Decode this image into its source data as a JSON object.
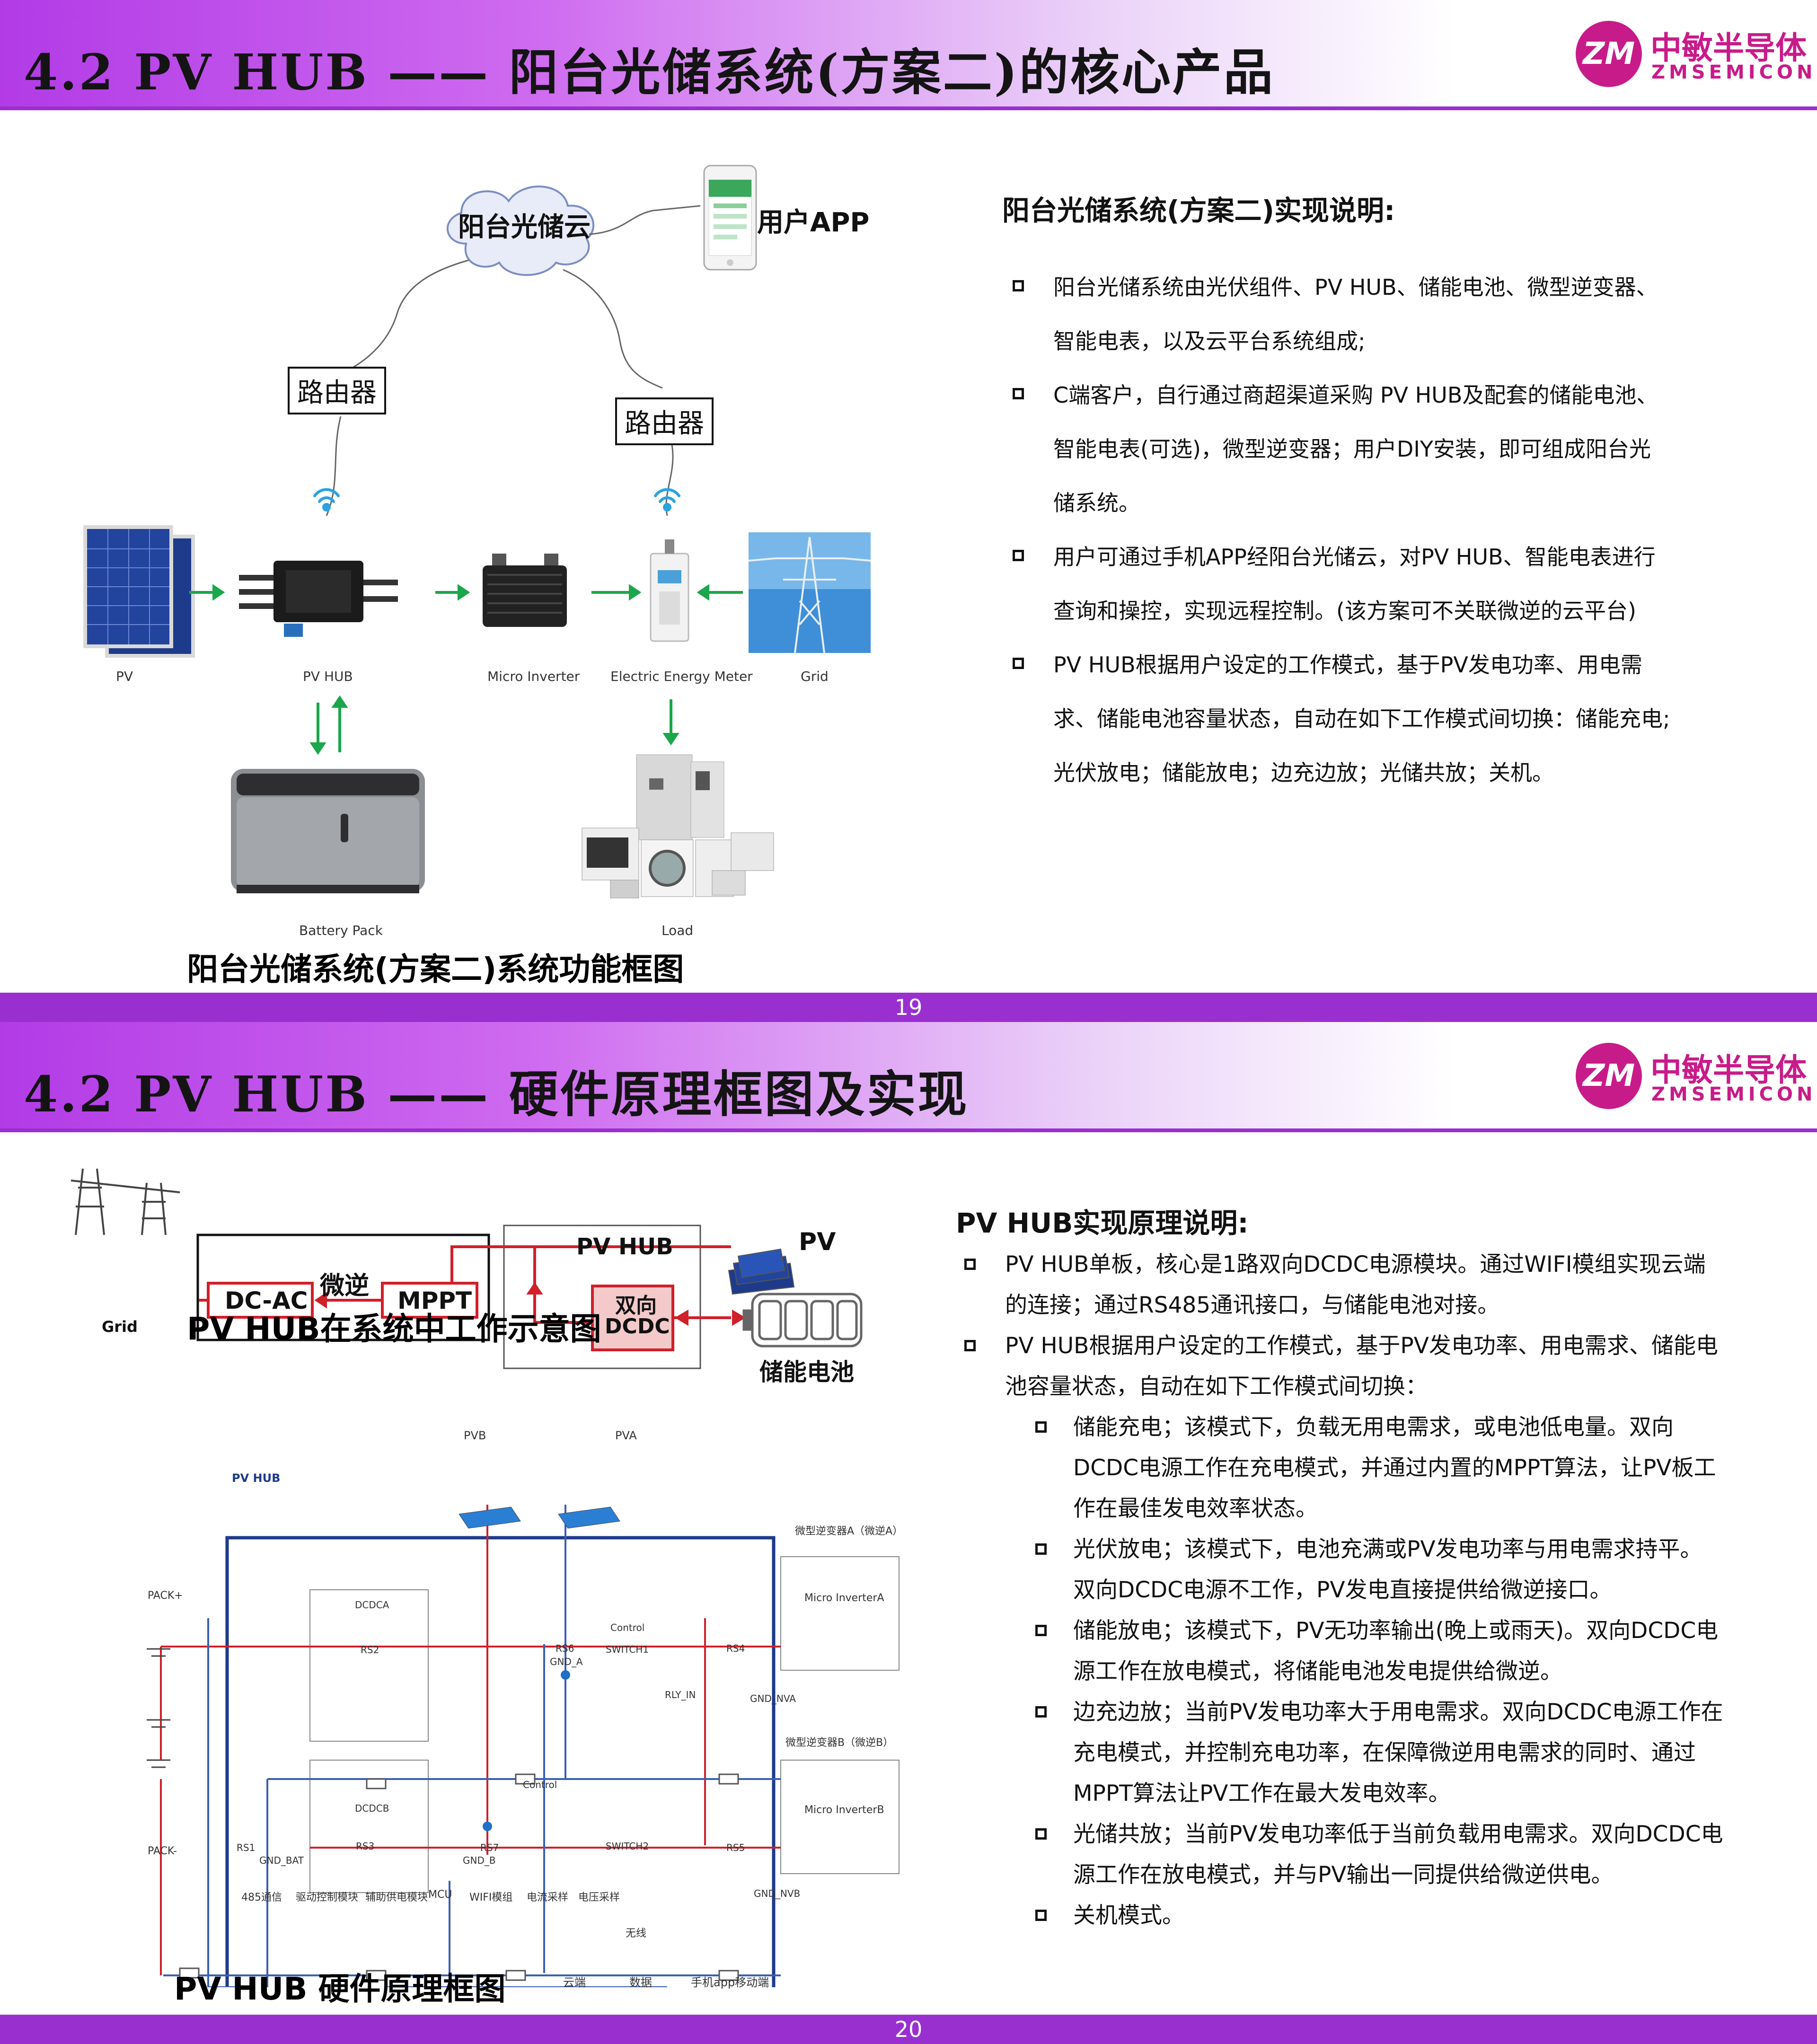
{
  "brand": {
    "logo_mark": "ZM",
    "name_cn": "中敏半导体",
    "name_en": "ZMSEMICON"
  },
  "slide1": {
    "title": "4.2  PV HUB —— 阳台光储系统(方案二)的核心产品",
    "page_number": "19",
    "diagram": {
      "cloud_label": "阳台光储云",
      "app_label": "用户APP",
      "router_left": "路由器",
      "router_right": "路由器",
      "labels": {
        "pv": "PV",
        "pv_hub": "PV HUB",
        "micro_inverter": "Micro Inverter",
        "meter": "Electric Energy Meter",
        "grid": "Grid",
        "battery": "Battery Pack",
        "load": "Load"
      },
      "caption": "阳台光储系统(方案二)系统功能框图"
    },
    "heading": "阳台光储系统(方案二)实现说明:",
    "bullets": [
      "阳台光储系统由光伏组件、PV HUB、储能电池、微型逆变器、\n智能电表，以及云平台系统组成;",
      "C端客户，自行通过商超渠道采购 PV HUB及配套的储能电池、\n智能电表(可选)，微型逆变器；用户DIY安装，即可组成阳台光\n储系统。",
      "用户可通过手机APP经阳台光储云，对PV HUB、智能电表进行\n查询和操控，实现远程控制。(该方案可不关联微逆的云平台)",
      "PV HUB根据用户设定的工作模式，基于PV发电功率、用电需\n求、储能电池容量状态，自动在如下工作模式间切换：储能充电;\n光伏放电；储能放电；边充边放；光储共放；关机。"
    ]
  },
  "slide2": {
    "title": "4.2  PV HUB —— 硬件原理框图及实现",
    "page_number": "20",
    "system_diagram": {
      "grid": "Grid",
      "dcac": "DC-AC",
      "micro_inv": "微逆",
      "mppt": "MPPT",
      "hub": "PV HUB",
      "dcdc_line1": "双向",
      "dcdc_line2": "DCDC",
      "pv": "PV",
      "battery": "储能电池",
      "caption": "PV HUB在系统中工作示意图"
    },
    "schematic": {
      "pvb": "PVB",
      "pva": "PVA",
      "hub": "PV HUB",
      "pack_plus": "PACK+",
      "pack_minus": "PACK-",
      "dcdca": "DCDCA",
      "dcdcb": "DCDCB",
      "rs1": "RS1",
      "rs2": "RS2",
      "rs3": "RS3",
      "rs4": "RS4",
      "rs5": "RS5",
      "rs6": "RS6",
      "rs7": "RS7",
      "gnd_a": "GND_A",
      "gnd_b": "GND_B",
      "gnd_bat": "GND_BAT",
      "gnd_nva": "GND_NVA",
      "gnd_nvb": "GND_NVB",
      "switch1": "SWITCH1",
      "switch2": "SWITCH2",
      "control1": "Control",
      "control2": "Control",
      "rly": "RLY_IN",
      "inv_a_title": "微型逆变器A（微逆A）",
      "inv_a": "Micro InverterA",
      "inv_b_title": "微型逆变器B（微逆B）",
      "inv_b": "Micro InverterB",
      "modules": [
        "485通信",
        "驱动控制模块",
        "辅助供电模块",
        "MCU",
        "WIFI模组",
        "电流采样",
        "电压采样"
      ],
      "wireless": "无线",
      "cloud": "云端",
      "data": "数据",
      "app": "手机app移动端",
      "caption": "PV HUB 硬件原理框图"
    },
    "heading": "PV HUB实现原理说明:",
    "bullets": [
      {
        "level": 1,
        "text": "PV HUB单板，核心是1路双向DCDC电源模块。通过WIFI模组实现云端\n的连接；通过RS485通讯接口，与储能电池对接。"
      },
      {
        "level": 1,
        "text": "PV HUB根据用户设定的工作模式，基于PV发电功率、用电需求、储能电\n池容量状态，自动在如下工作模式间切换："
      },
      {
        "level": 2,
        "text": "储能充电；该模式下，负载无用电需求，或电池低电量。双向\nDCDC电源工作在充电模式，并通过内置的MPPT算法，让PV板工\n作在最佳发电效率状态。"
      },
      {
        "level": 2,
        "text": "光伏放电；该模式下，电池充满或PV发电功率与用电需求持平。\n双向DCDC电源不工作，PV发电直接提供给微逆接口。"
      },
      {
        "level": 2,
        "text": "储能放电；该模式下，PV无功率输出(晚上或雨天)。双向DCDC电\n源工作在放电模式，将储能电池发电提供给微逆。"
      },
      {
        "level": 2,
        "text": "边充边放；当前PV发电功率大于用电需求。双向DCDC电源工作在\n充电模式，并控制充电功率，在保障微逆用电需求的同时、通过\nMPPT算法让PV工作在最大发电效率。"
      },
      {
        "level": 2,
        "text": "光储共放；当前PV发电功率低于当前负载用电需求。双向DCDC电\n源工作在放电模式，并与PV输出一同提供给微逆供电。"
      },
      {
        "level": 2,
        "text": "关机模式。"
      }
    ]
  },
  "colors": {
    "brand": "#c81b8a",
    "banner": "#b23be6",
    "footer": "#9a2fd0",
    "arrow_green": "#1aa64a",
    "wire_red": "#d0202a",
    "wire_blue": "#3a5fb4"
  },
  "icons": [
    "cloud-icon",
    "phone-icon",
    "wifi-icon",
    "solar-panel-icon",
    "grid-tower-icon",
    "battery-icon",
    "appliances-icon"
  ]
}
